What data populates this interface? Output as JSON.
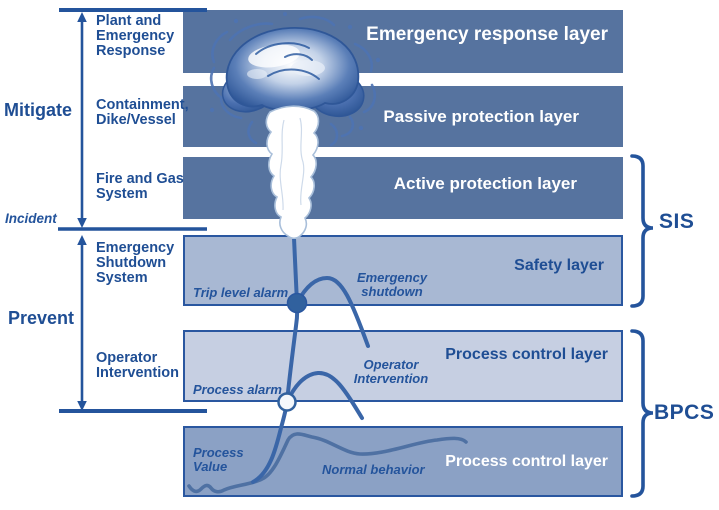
{
  "colors": {
    "navy": "#1F4E94",
    "line_blue": "#24549C",
    "bar_dark": "#56739F",
    "bar_safety": "#A8B8D3",
    "bar_control_light": "#C6CFE2",
    "bar_control_medium": "#8BA1C5",
    "border_blue": "#2A57A0",
    "curve_blue": "#3A66A8"
  },
  "left_panel": {
    "mitigate_label": "Mitigate",
    "prevent_label": "Prevent",
    "incident_label": "Incident",
    "safeguards": [
      "Plant and\nEmergency\nResponse",
      "Containment,\nDike/Vessel",
      "Fire and Gas\nSystem",
      "Emergency\nShutdown\nSystem",
      "Operator\nIntervention"
    ]
  },
  "layers": [
    {
      "label": "Emergency response layer"
    },
    {
      "label": "Passive protection layer"
    },
    {
      "label": "Active protection layer"
    },
    {
      "label": "Safety layer"
    },
    {
      "label": "Process control layer"
    },
    {
      "label": "Process control layer"
    }
  ],
  "annotations": {
    "trip_level_alarm": "Trip level alarm",
    "emergency_shutdown": "Emergency\nshutdown",
    "process_alarm": "Process alarm",
    "operator_intervention": "Operator\nIntervention",
    "process_value": "Process\nValue",
    "normal_behavior": "Normal behavior"
  },
  "groups": {
    "sis_label": "SIS",
    "bpcs_label": "BPCS"
  }
}
